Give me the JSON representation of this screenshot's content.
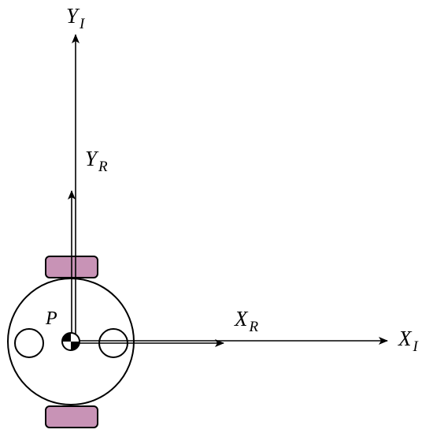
{
  "labels": {
    "y_inertial": {
      "main": "Y",
      "sub": "I"
    },
    "y_robot": {
      "main": "Y",
      "sub": "R"
    },
    "x_robot": {
      "main": "X",
      "sub": "R"
    },
    "x_inertial": {
      "main": "X",
      "sub": "I"
    },
    "point": "P"
  },
  "colors": {
    "wheel": "#c893b6",
    "lines": "#000000",
    "background": "#ffffff"
  }
}
